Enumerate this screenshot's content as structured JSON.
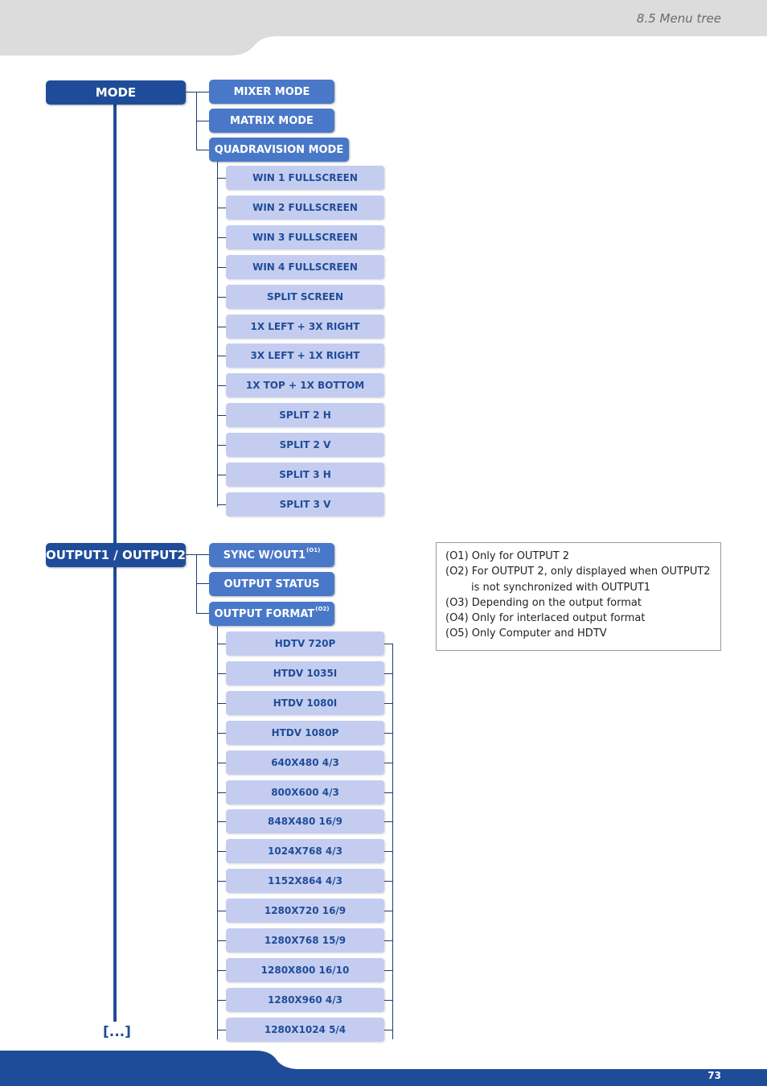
{
  "header": {
    "title": "8.5 Menu tree"
  },
  "footer": {
    "page_number": "73"
  },
  "colors": {
    "root": "#1f4c98",
    "level1": "#4a78c8",
    "level2": "#c4cdf0",
    "footer": "#1f4c98"
  },
  "tree": {
    "mode": {
      "label": "MODE",
      "children": [
        "MIXER MODE",
        "MATRIX MODE",
        "QUADRAVISION MODE"
      ],
      "quadravision_items": [
        "WIN 1 FULLSCREEN",
        "WIN 2 FULLSCREEN",
        "WIN 3 FULLSCREEN",
        "WIN 4 FULLSCREEN",
        "SPLIT SCREEN",
        "1X LEFT + 3X RIGHT",
        "3X LEFT + 1X RIGHT",
        "1X TOP + 1X BOTTOM",
        "SPLIT 2 H",
        "SPLIT 2 V",
        "SPLIT 3 H",
        "SPLIT 3 V"
      ]
    },
    "output": {
      "label": "OUTPUT1 / OUTPUT2",
      "sync_label": "SYNC W/OUT1",
      "sync_note": "(O1)",
      "status_label": "OUTPUT STATUS",
      "format_label": "OUTPUT FORMAT",
      "format_note": "(O2)",
      "format_items": [
        "HDTV 720P",
        "HTDV 1035I",
        "HTDV 1080I",
        "HTDV 1080P",
        "640X480 4/3",
        "800X600 4/3",
        "848X480 16/9",
        "1024X768 4/3",
        "1152X864 4/3",
        "1280X720 16/9",
        "1280X768 15/9",
        "1280X800 16/10",
        "1280X960 4/3",
        "1280X1024 5/4"
      ]
    },
    "more": "[...]"
  },
  "notes": [
    "(O1) Only for OUTPUT 2",
    "(O2) For OUTPUT 2, only displayed when OUTPUT2",
    "is not synchronized with OUTPUT1",
    "(O3) Depending on the output format",
    "(O4) Only for interlaced output format",
    "(O5) Only Computer and HDTV"
  ]
}
